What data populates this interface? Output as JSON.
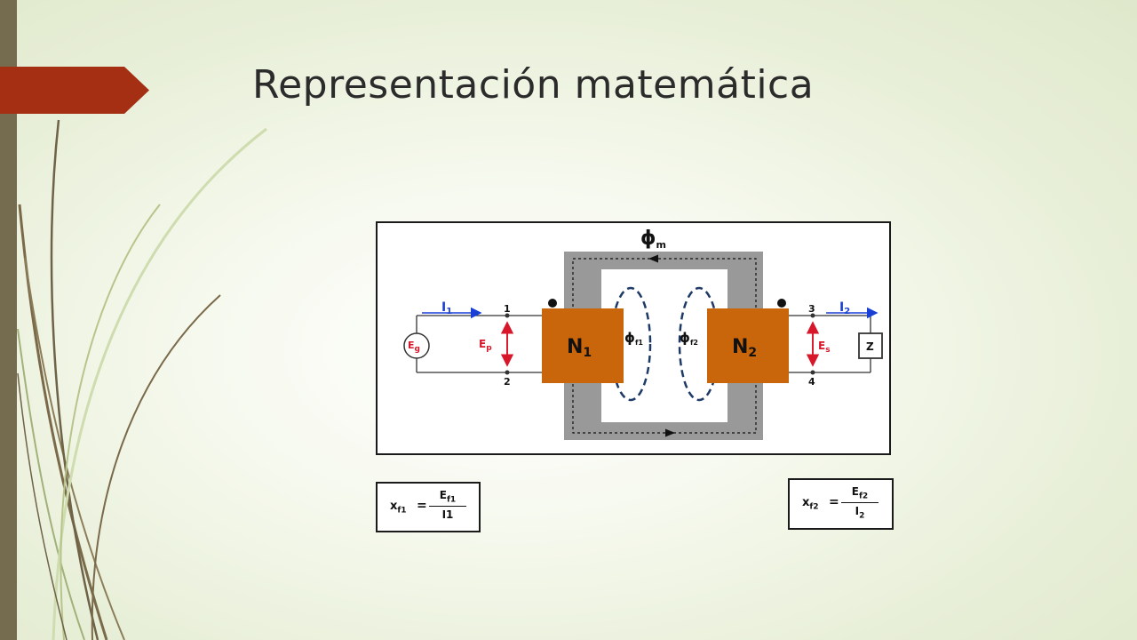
{
  "slide": {
    "title": "Representación matemática"
  },
  "colors": {
    "accent_arrow": "#a52f12",
    "side_bar": "#756b4f",
    "core": "#999999",
    "winding": "#c9650a",
    "current_arrow": "#1a3fd6",
    "voltage_arrow": "#d8172a",
    "flux_dash": "#1e3a66"
  },
  "diagram": {
    "flux_main": {
      "symbol": "ϕ",
      "sub": "m"
    },
    "flux_leak1": {
      "symbol": "ϕ",
      "sub": "f1"
    },
    "flux_leak2": {
      "symbol": "ϕ",
      "sub": "f2"
    },
    "current1": {
      "symbol": "I",
      "sub": "1"
    },
    "current2": {
      "symbol": "I",
      "sub": "2"
    },
    "source": {
      "symbol": "E",
      "sub": "g"
    },
    "primary_voltage": {
      "symbol": "E",
      "sub": "p"
    },
    "secondary_voltage": {
      "symbol": "E",
      "sub": "s"
    },
    "winding1": {
      "symbol": "N",
      "sub": "1"
    },
    "winding2": {
      "symbol": "N",
      "sub": "2"
    },
    "load": "Z",
    "terminals": [
      "1",
      "2",
      "3",
      "4"
    ]
  },
  "formulas": [
    {
      "lhs": "x",
      "lhs_sub": "f1",
      "eq": "=",
      "num": "E",
      "num_sub": "f1",
      "den": "I1",
      "den_sub": ""
    },
    {
      "lhs": "x",
      "lhs_sub": "f2",
      "eq": "=",
      "num": "E",
      "num_sub": "f2",
      "den": "I",
      "den_sub": "2"
    }
  ]
}
